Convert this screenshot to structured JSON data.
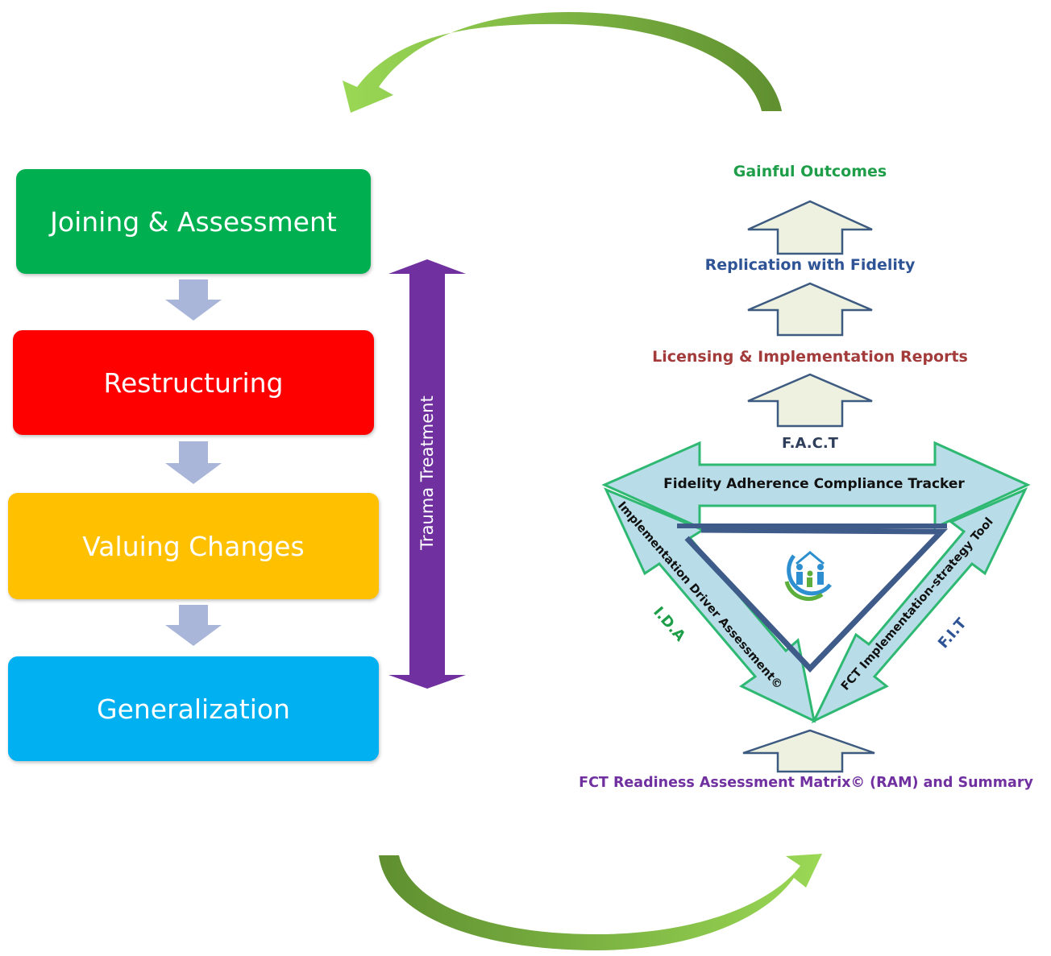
{
  "phases": [
    {
      "label": "Joining & Assessment",
      "color": "#00b050"
    },
    {
      "label": "Restructuring",
      "color": "#ff0000"
    },
    {
      "label": "Valuing Changes",
      "color": "#ffc000"
    },
    {
      "label": "Generalization",
      "color": "#00b0f0"
    }
  ],
  "trauma": {
    "label": "Trauma Treatment",
    "color": "#7030a0"
  },
  "ladder": {
    "gainful": "Gainful Outcomes",
    "replication": "Replication with Fidelity",
    "licensing": "Licensing & Implementation Reports",
    "fact": "F.A.C.T",
    "ram": "FCT Readiness Assessment Matrix© (RAM) and Summary"
  },
  "triangle": {
    "top": "Fidelity Adherence Compliance Tracker",
    "left": "Implementation Driver Assessment©",
    "right": "FCT Implementation-strategy Tool",
    "left_abbr": "I.D.A",
    "right_abbr": "F.I.T"
  },
  "colors": {
    "green_dark": "#6a9a3a",
    "green_light": "#92d050",
    "down_arrow": "#a9b6d9",
    "up_arrow_fill": "#eef1e0",
    "up_arrow_stroke": "#3d5a80",
    "tri_fill": "#b8dde8",
    "tri_stroke": "#2eb872",
    "inner_tri": "#3f5b8a",
    "gainful": "#1e9e48",
    "replication": "#2f5496",
    "licensing": "#a33b3b",
    "fact": "#2f3e5a",
    "ram": "#7030a0"
  }
}
